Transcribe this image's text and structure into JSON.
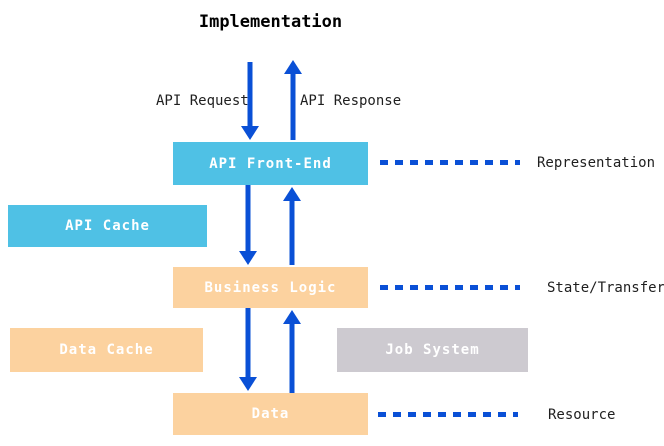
{
  "title": "Implementation",
  "colors": {
    "blue_box": "#4FC1E5",
    "orange_box": "#FCD29F",
    "gray_box": "#CDCAD0",
    "arrow_blue": "#0A50D6",
    "box_text": "#FFFFFF",
    "text_dark": "#1F1F1F"
  },
  "flow": {
    "request_label": "API Request",
    "response_label": "API Response"
  },
  "boxes": {
    "api_front_end": "API Front-End",
    "api_cache": "API Cache",
    "business_logic": "Business Logic",
    "data_cache": "Data Cache",
    "job_system": "Job System",
    "data": "Data"
  },
  "layers": {
    "representation": "Representation",
    "state_transfer": "State/Transfer",
    "resource": "Resource"
  }
}
